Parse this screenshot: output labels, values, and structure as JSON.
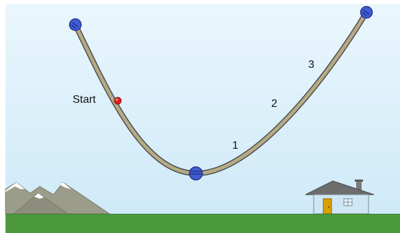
{
  "track": {
    "start_label": "Start",
    "markers": [
      "1",
      "2",
      "3"
    ]
  },
  "colors": {
    "sky_top": "#eaf6fd",
    "sky_bottom": "#cfeaf8",
    "ground": "#4c9a3c",
    "track": "#b5ab86",
    "track_edge": "#4d4d4d",
    "handle": "#3f5bd8",
    "ball": "#e02020",
    "mountain": "#9b9c8a",
    "snow": "#ffffff",
    "house_roof": "#6d6d6d",
    "house_wall": "#cfe6f4",
    "house_door": "#d8a100"
  },
  "icons": {
    "left_handle": "drag-handle-icon",
    "right_handle": "drag-handle-icon",
    "bottom_handle": "drag-handle-icon",
    "ball": "ball-icon",
    "mountains": "mountains-icon",
    "house": "house-icon"
  }
}
